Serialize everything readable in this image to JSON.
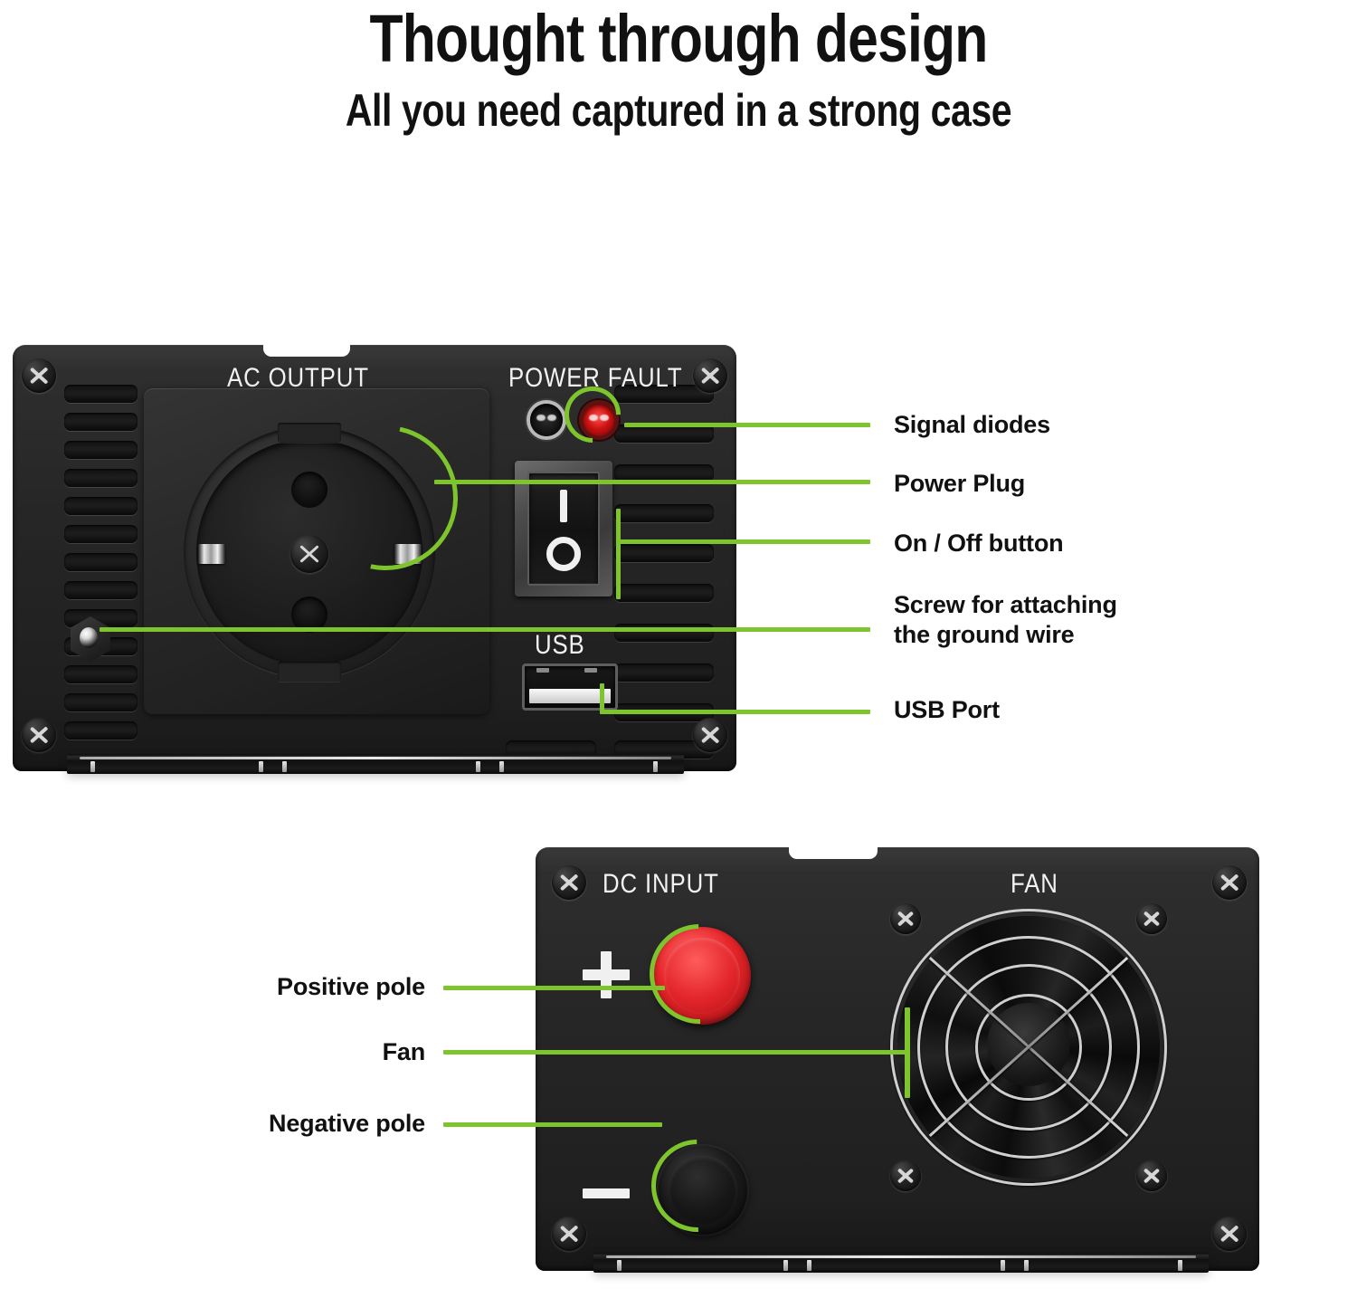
{
  "headings": {
    "title": "Thought through design",
    "subtitle": "All you need captured in a strong case"
  },
  "colors": {
    "accent_green": "#7ec42d",
    "led_fault_red": "#cc1212",
    "terminal_positive_red": "#e8262b",
    "terminal_negative_black": "#1c1c1c",
    "case_black": "#262626",
    "text_black": "#111111",
    "silk_white": "#f2f2f2"
  },
  "front_panel": {
    "silk_labels": {
      "ac_output": "AC OUTPUT",
      "power_fault": "POWER FAULT",
      "usb": "USB"
    },
    "switch_markings": {
      "on": "I",
      "off": "O"
    },
    "callouts": [
      {
        "label": "Signal diodes"
      },
      {
        "label": "Power Plug"
      },
      {
        "label": "On / Off button"
      },
      {
        "label": "Screw for attaching\nthe ground wire"
      },
      {
        "label": "USB Port"
      }
    ]
  },
  "back_panel": {
    "silk_labels": {
      "dc_input": "DC INPUT",
      "fan": "FAN"
    },
    "terminal_symbols": {
      "positive": "+",
      "negative": "–"
    },
    "callouts": [
      {
        "label": "Positive pole"
      },
      {
        "label": "Fan"
      },
      {
        "label": "Negative pole"
      }
    ]
  }
}
